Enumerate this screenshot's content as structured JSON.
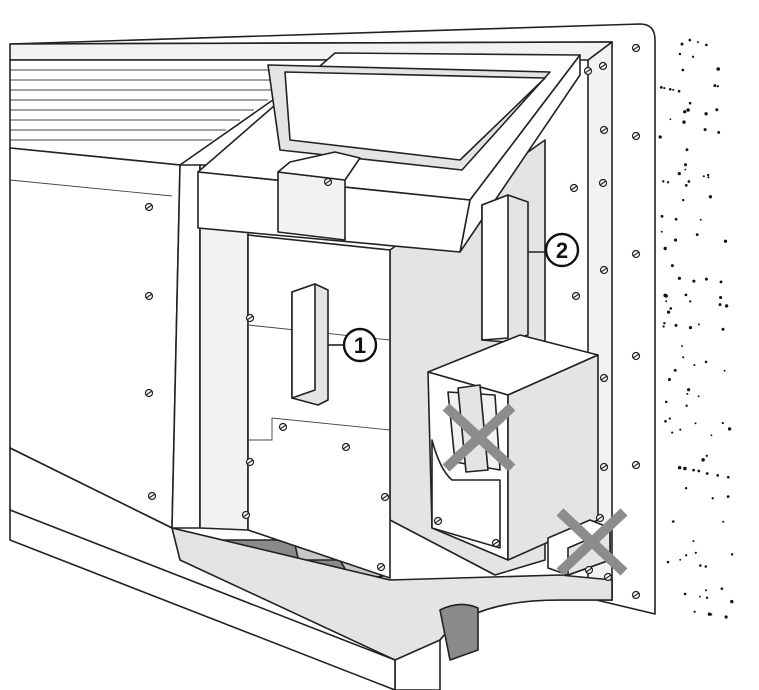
{
  "callouts": [
    {
      "id": "1",
      "label": "1"
    },
    {
      "id": "2",
      "label": "2"
    }
  ],
  "marks": {
    "x_color": "#8c8c8c"
  },
  "colors": {
    "line": "#222222",
    "panel": "#f2f2f2",
    "floor_shadow": "#8a8a8a"
  }
}
